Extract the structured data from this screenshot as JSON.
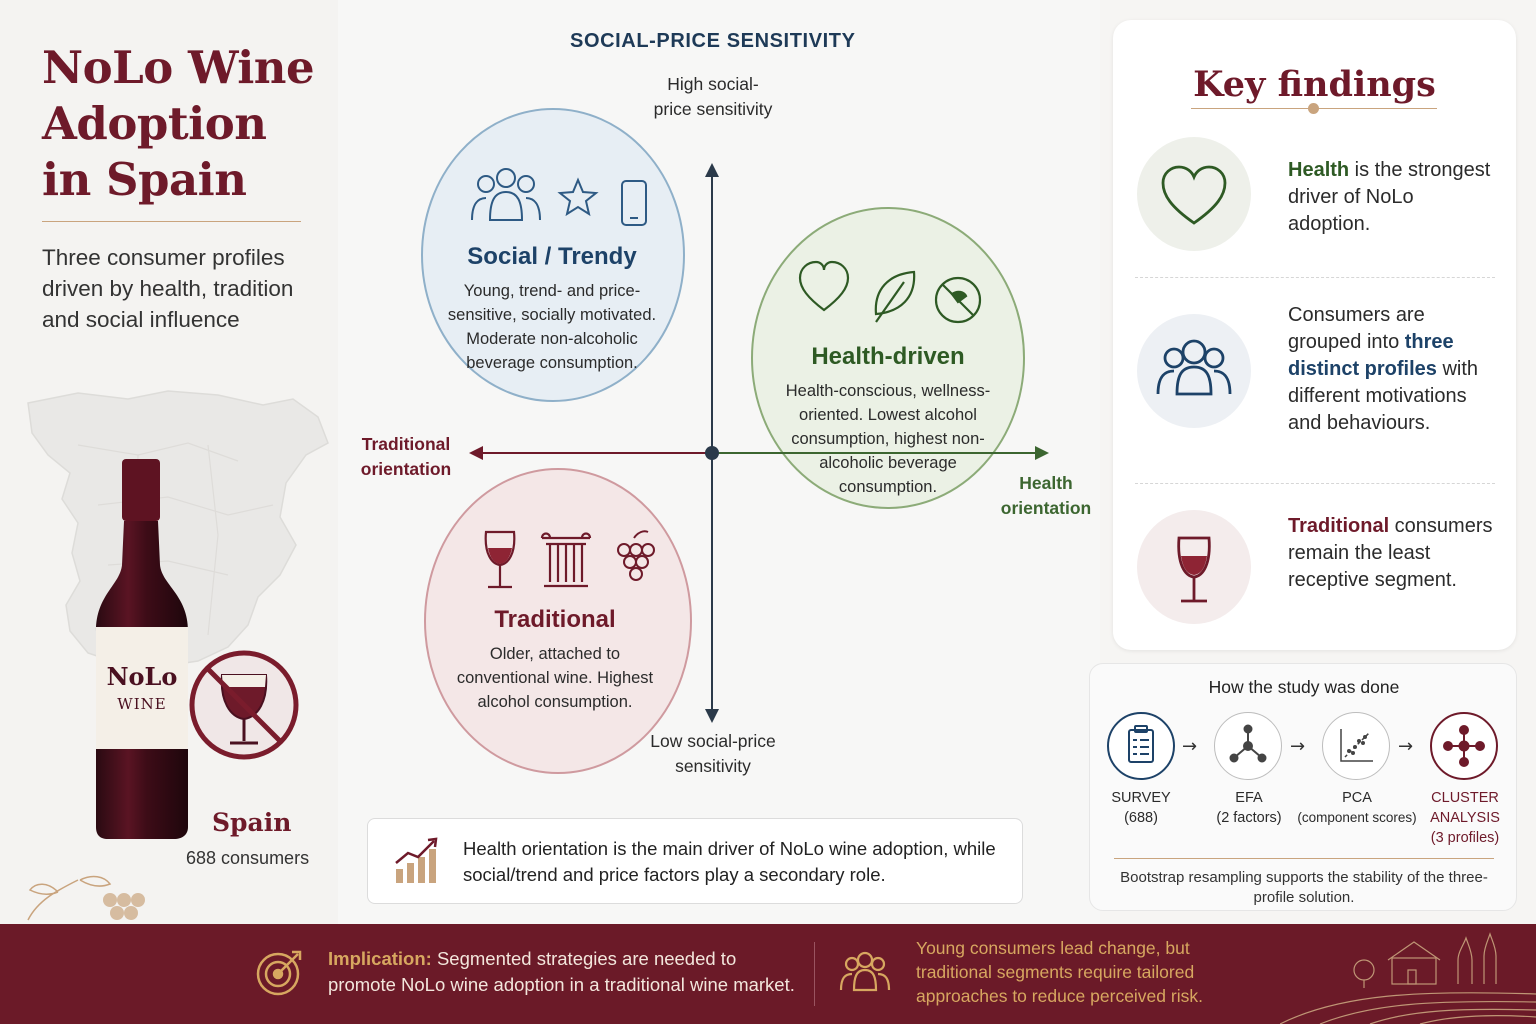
{
  "title_lines": [
    "NoLo Wine",
    "Adoption",
    "in Spain"
  ],
  "subtitle": "Three consumer profiles driven by health, tradition and social influence",
  "bottle": {
    "label_line1": "NoLo",
    "label_line2": "WINE"
  },
  "location": {
    "country": "Spain",
    "sample": "688 consumers"
  },
  "quadrant": {
    "title": "SOCIAL-PRICE SENSITIVITY",
    "axis_high": "High social-price sensitivity",
    "axis_low": "Low social-price sensitivity",
    "axis_left": "Traditional orientation",
    "axis_right": "Health orientation",
    "profiles": {
      "social": {
        "name": "Social / Trendy",
        "description": "Young, trend- and price-sensitive, socially motivated. Moderate non-alcoholic beverage consumption.",
        "icons": [
          "people-icon",
          "star-icon",
          "smartphone-icon"
        ],
        "color": "#1d4268"
      },
      "health": {
        "name": "Health-driven",
        "description": "Health-conscious, wellness-oriented. Lowest alcohol consumption, highest non-alcoholic beverage consumption.",
        "icons": [
          "heart-icon",
          "leaf-icon",
          "no-drops-icon"
        ],
        "color": "#2e5a24"
      },
      "traditional": {
        "name": "Traditional",
        "description": "Older, attached to conventional wine. Highest alcohol consumption.",
        "icons": [
          "wine-glass-icon",
          "column-icon",
          "grapes-icon"
        ],
        "color": "#6e1a2a"
      }
    }
  },
  "callout": {
    "text": "Health orientation is the main driver of NoLo wine adoption, while social/trend and price factors play a secondary role.",
    "icon": "chart-growth-icon"
  },
  "key_findings": {
    "title": "Key findings",
    "items": [
      {
        "icon": "heart-icon",
        "lead": "Health",
        "rest": " is the strongest driver of NoLo adoption."
      },
      {
        "icon": "people-icon",
        "pre": "Consumers are grouped into ",
        "lead": "three distinct profiles",
        "rest": " with different motivations and behaviours."
      },
      {
        "icon": "wine-glass-icon",
        "lead": "Traditional",
        "rest": " consumers remain the least receptive segment."
      }
    ]
  },
  "study": {
    "title": "How the study was done",
    "steps": [
      {
        "name": "SURVEY",
        "detail": "(688)",
        "icon": "clipboard-icon"
      },
      {
        "name": "EFA",
        "detail": "(2 factors)",
        "icon": "network-icon"
      },
      {
        "name": "PCA",
        "detail": "(component scores)",
        "icon": "scatter-icon"
      },
      {
        "name": "CLUSTER ANALYSIS",
        "detail": "(3 profiles)",
        "icon": "cluster-icon"
      }
    ],
    "arrow": "→",
    "note": "Bootstrap resampling supports the stability of the three-profile solution."
  },
  "footer": {
    "implication_label": "Implication:",
    "implication_text": " Segmented strategies are needed to promote NoLo wine adoption in a traditional wine market.",
    "young_text": "Young consumers lead change, but traditional segments require tailored approaches to reduce perceived risk."
  },
  "colors": {
    "wine": "#6e1a2a",
    "navy": "#1d4268",
    "green": "#2e5a24",
    "gold": "#c9a47e",
    "footer": "#6b1a28"
  }
}
